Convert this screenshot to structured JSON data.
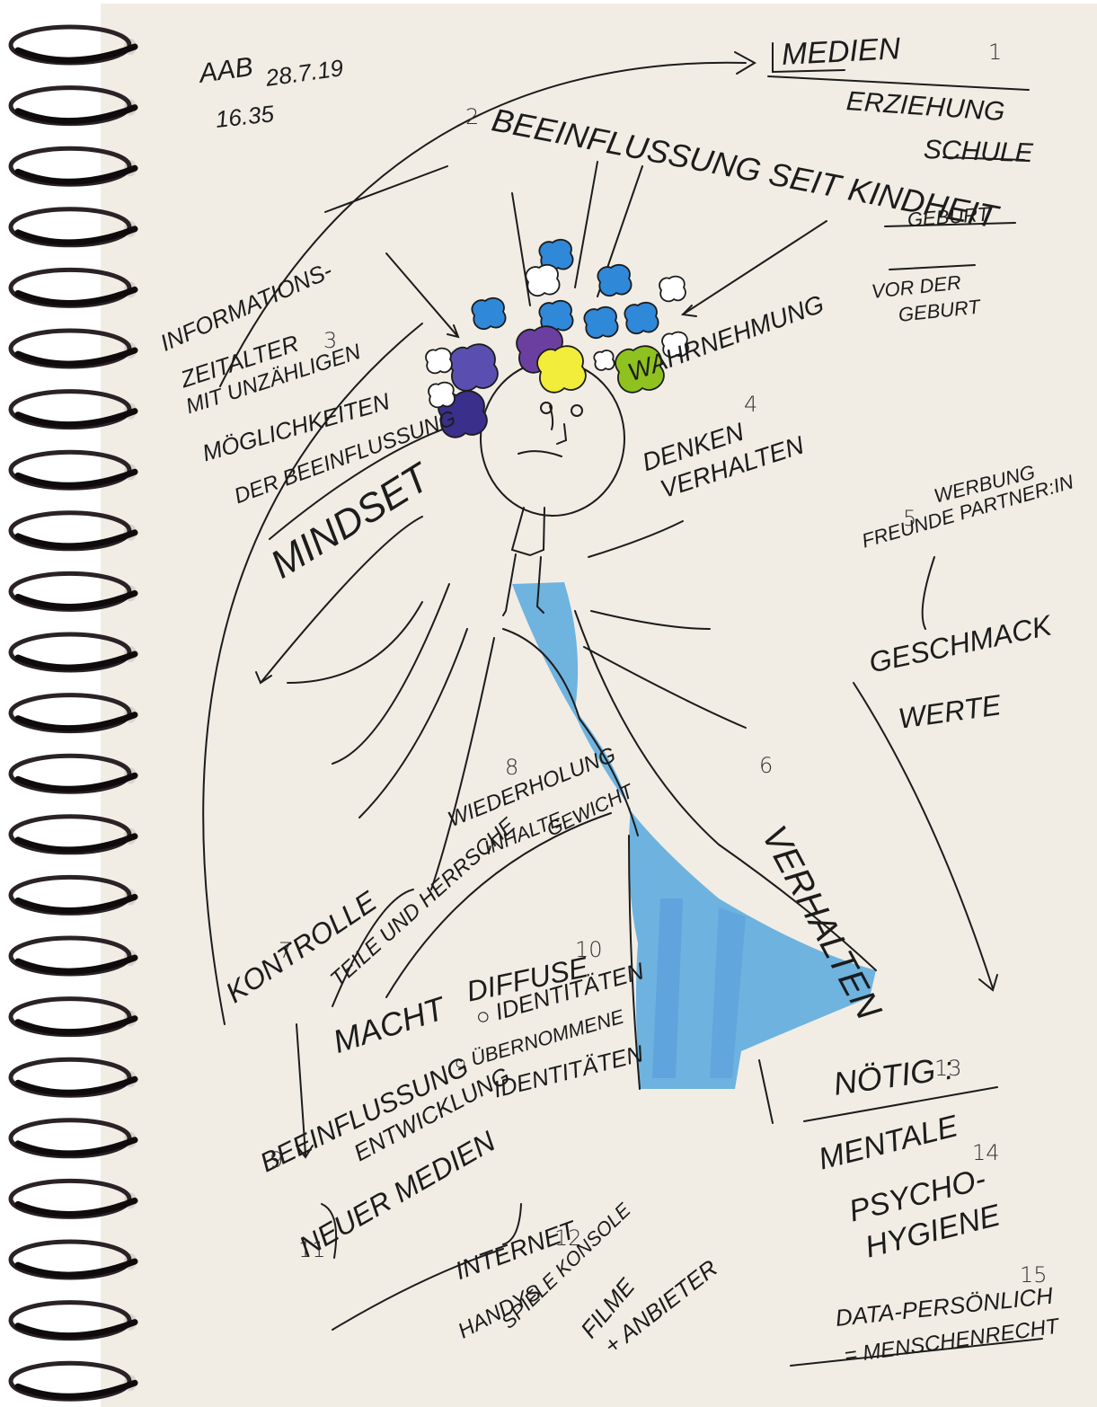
{
  "colors": {
    "paper": "#f1ede5",
    "ink": "#1c1c1c",
    "coil": "#2a2226",
    "crayon_blue": "#4aa3de",
    "flower_blue": "#2f88d8",
    "flower_indigo": "#5a4fb0",
    "flower_violet": "#6b3fa0",
    "flower_yellow": "#f2ec3a",
    "flower_green": "#8fc21f"
  },
  "icons": [
    "spiral-binding-icon",
    "stick-figure-icon",
    "flower-crown-icon",
    "blue-crayon-dress-icon"
  ],
  "signature": {
    "date": "28.7.19",
    "time": "16.35"
  },
  "numbers": [
    "1",
    "2",
    "3",
    "4",
    "5",
    "6",
    "7",
    "8",
    "9",
    "10",
    "11",
    "12",
    "13",
    "14",
    "15"
  ],
  "notes": {
    "n1": [
      "MEDIEN",
      "ERZIEHUNG",
      "SCHULE",
      "GEBURT"
    ],
    "n2": "BEEINFLUSSUNG SEIT KINDHEIT",
    "n2b": [
      "VOR DER",
      "GEBURT"
    ],
    "n3": [
      "INFORMATIONS-",
      "ZEITALTER",
      "MIT UNZÄHLIGEN",
      "MÖGLICHKEITEN",
      "DER BEEINFLUSSUNG"
    ],
    "n3b": "MINDSET",
    "n4": [
      "WAHRNEHMUNG",
      "DENKEN",
      "VERHALTEN"
    ],
    "n5": [
      "WERBUNG",
      "FREUNDE PARTNER:IN",
      "GESCHMACK",
      "WERTE"
    ],
    "n6": "VERHALTEN",
    "n7": "KONTROLLE",
    "n8": [
      "WIEDERHOLUNG",
      "INHALTE",
      "GEWICHT"
    ],
    "n8b": [
      "TEILE UND HERRSCHE",
      "MACHT"
    ],
    "n9": "BEEINFLUSSUNG",
    "n10": [
      "DIFFUSE",
      "○ IDENTITÄTEN",
      "○ ÜBERNOMMENE",
      "IDENTITÄTEN"
    ],
    "n11": [
      "ENTWICKLUNG",
      "NEUER MEDIEN"
    ],
    "n12": [
      "INTERNET",
      "HANDYS",
      "SPIELE KONSOLE",
      "FILME",
      "+ ANBIETER"
    ],
    "n13": "NÖTIG :",
    "n14": [
      "MENTALE",
      "PSYCHO-",
      "HYGIENE"
    ],
    "n15": [
      "DATA-PERSÖNLICH",
      "= MENSCHENRECHT"
    ]
  }
}
